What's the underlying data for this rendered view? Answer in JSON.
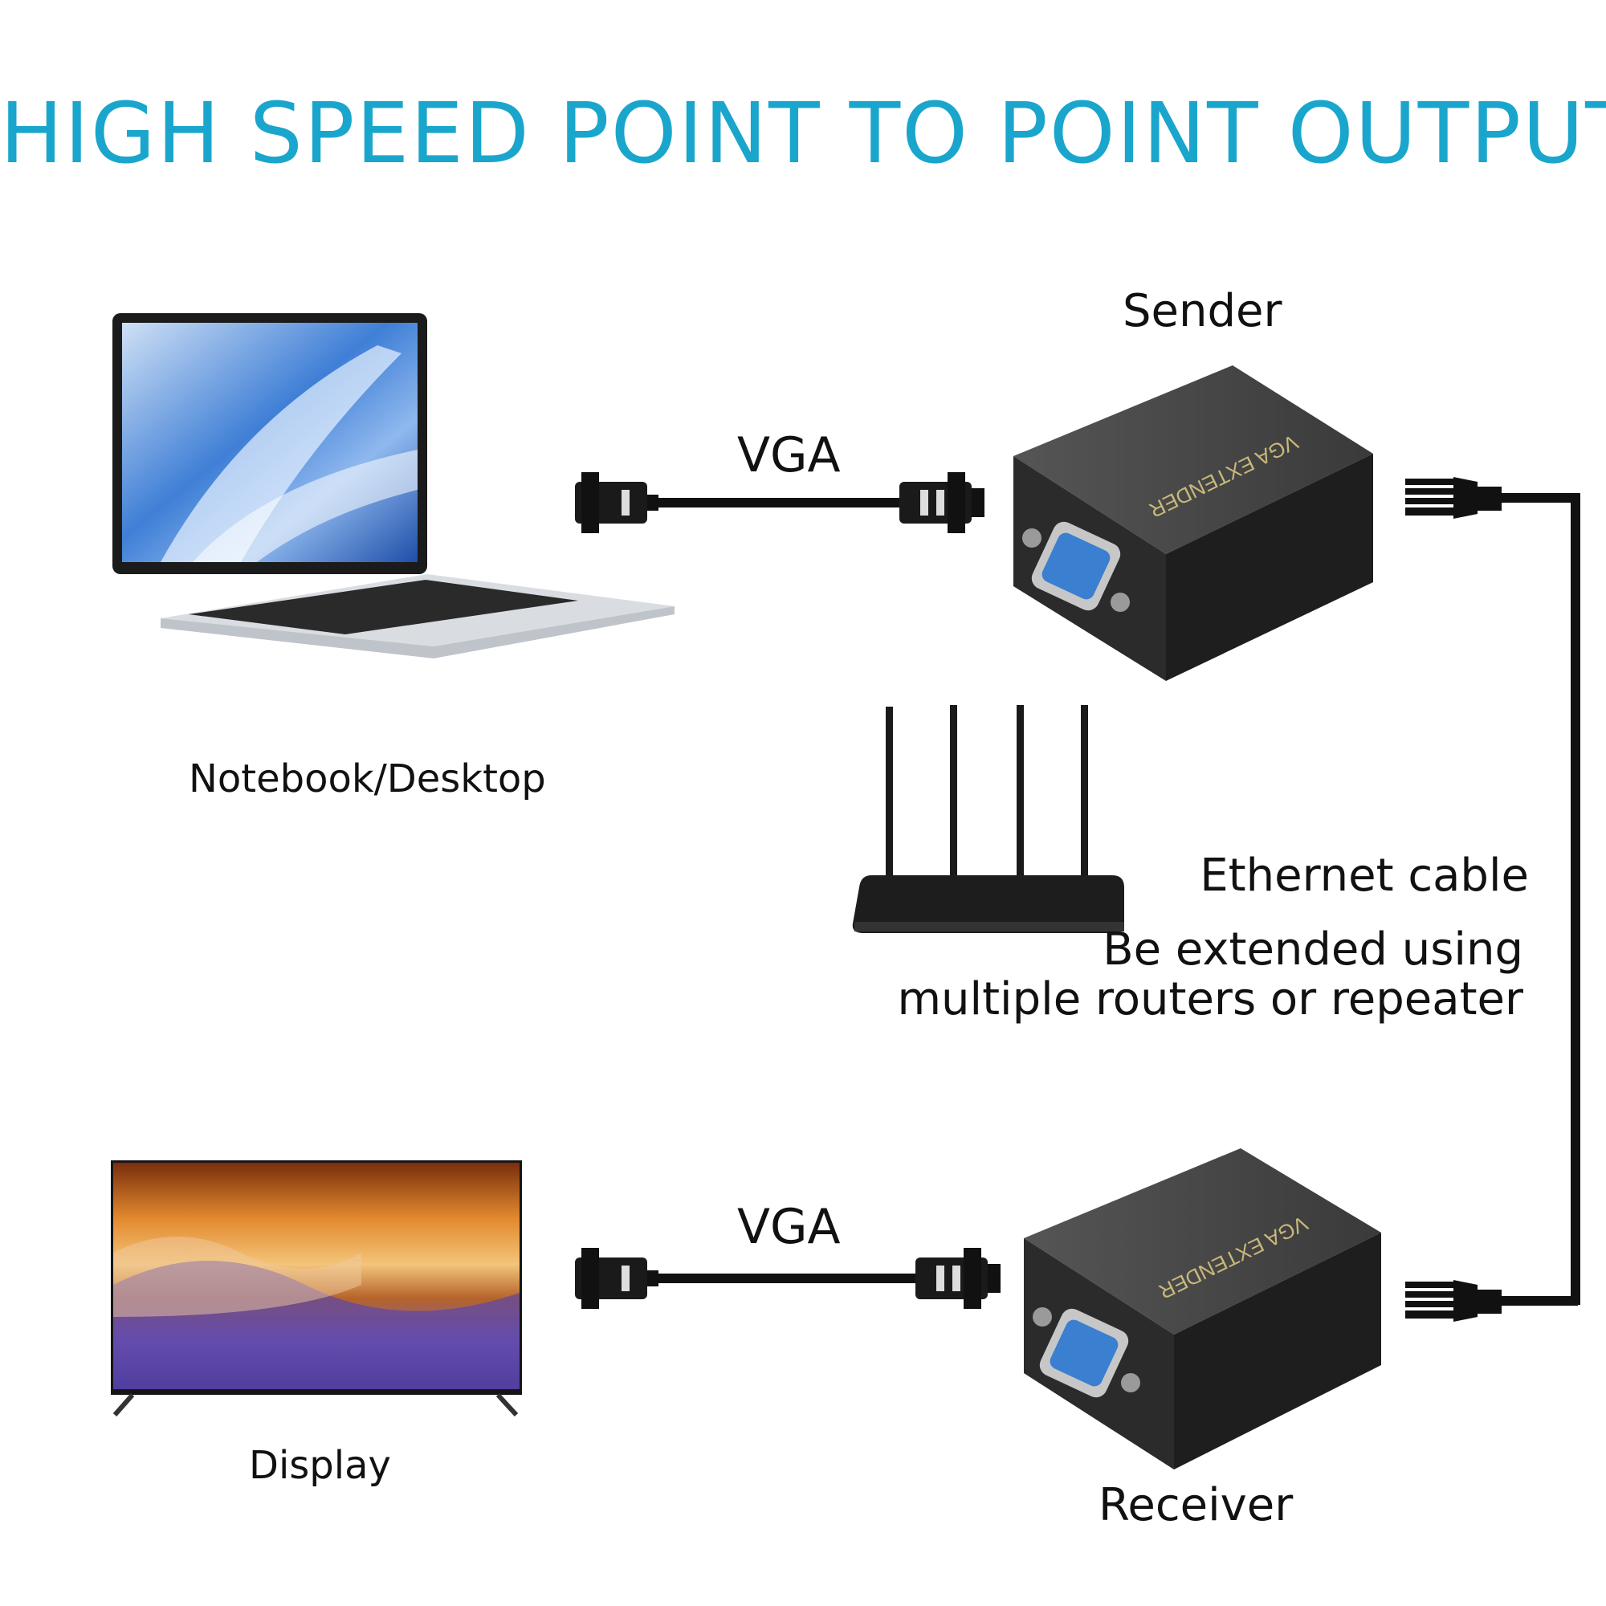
{
  "title": "HIGH SPEED POINT TO POINT OUTPUT",
  "colors": {
    "title": "#1aa6cc",
    "cable": "#111111",
    "device_body": "#2b2b2b",
    "vga_port": "#3a7fd0"
  },
  "labels": {
    "sender": "Sender",
    "receiver": "Receiver",
    "vga_top": "VGA",
    "vga_bottom": "VGA",
    "notebook": "Notebook/Desktop",
    "display": "Display",
    "ethernet": "Ethernet cable",
    "extend_line1": "Be extended using",
    "extend_line2": "multiple routers or repeater"
  },
  "device_text": {
    "extender_print": "VGA EXTENDER"
  },
  "icons": [
    "laptop-icon",
    "tv-display-icon",
    "router-icon",
    "vga-extender-sender-icon",
    "vga-extender-receiver-icon",
    "vga-cable-icon",
    "rj45-connector-icon"
  ]
}
